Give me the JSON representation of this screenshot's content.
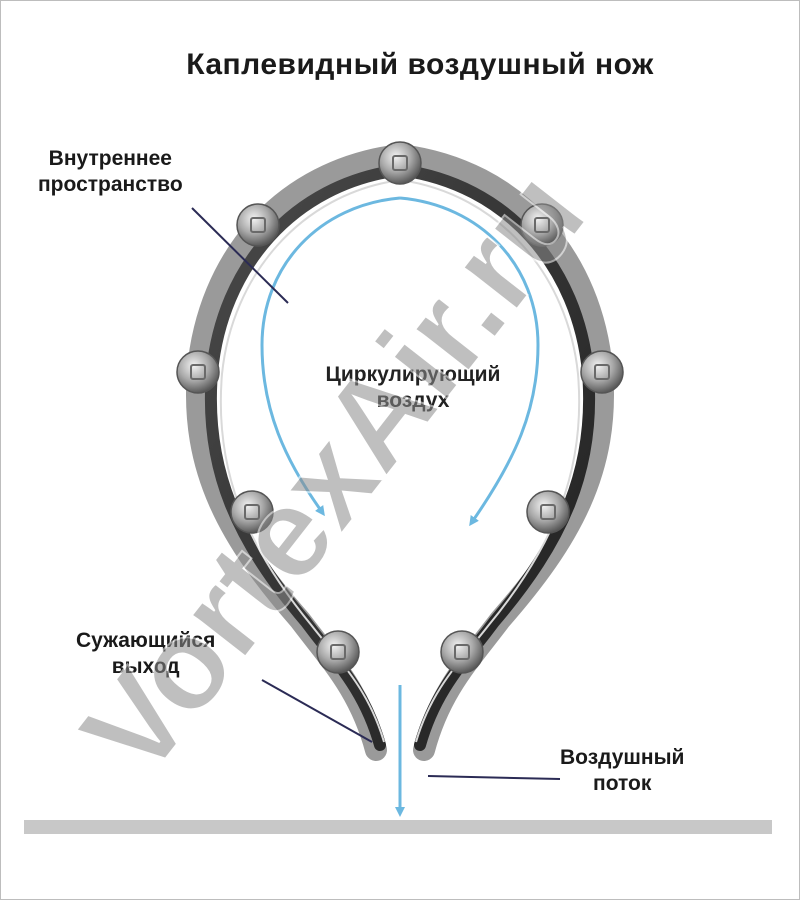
{
  "title": "Каплевидный воздушный нож",
  "labels": {
    "inner_space_line1": "Внутреннее",
    "inner_space_line2": "пространство",
    "circulating_line1": "Циркулирующий",
    "circulating_line2": "воздух",
    "narrowing_line1": "Сужающийся",
    "narrowing_line2": "выход",
    "airflow_line1": "Воздушный",
    "airflow_line2": "поток"
  },
  "watermark": "VortexAir.ru",
  "colors": {
    "arrow": "#6cb8e0",
    "shell_dark": "#2e2e2e",
    "shell_metal": "#9a9a9a",
    "floor": "#c8c8c8",
    "watermark": "#8c8c8c"
  }
}
